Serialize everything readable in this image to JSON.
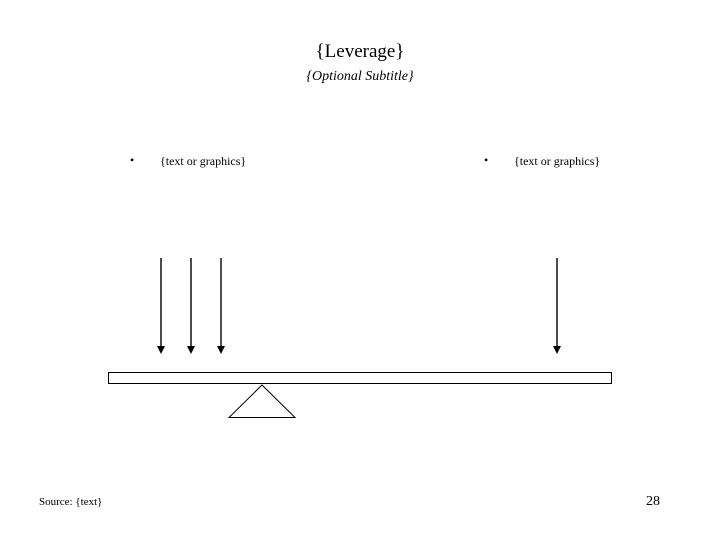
{
  "slide": {
    "title": "{Leverage}",
    "subtitle": "{Optional Subtitle}",
    "left_block": {
      "bullet": "•",
      "text": "{text or graphics}"
    },
    "right_block": {
      "bullet": "•",
      "text": "{text or graphics}"
    },
    "source": "Source: {text}",
    "page_number": "28"
  },
  "diagram": {
    "left_arrow_count": 3,
    "right_arrow_count": 1,
    "line_color": "#000000",
    "fill_color": "#ffffff"
  }
}
